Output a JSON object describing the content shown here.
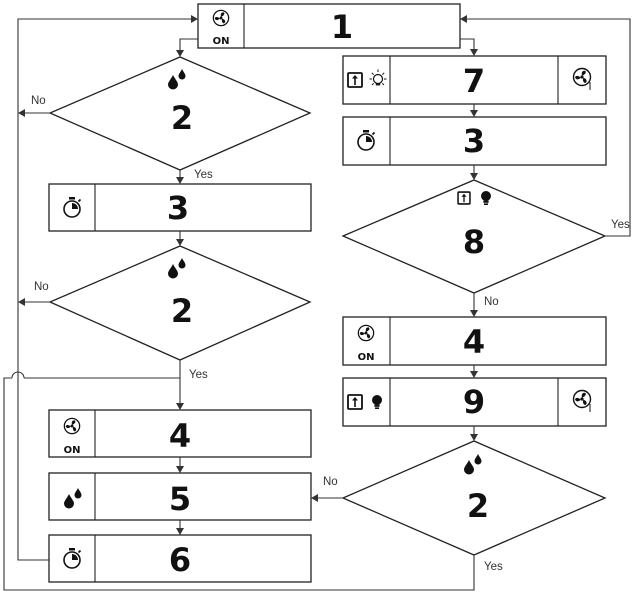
{
  "labels": {
    "yes": "Yes",
    "no": "No",
    "on": "ON"
  },
  "steps": {
    "s1": "1",
    "s7": "7",
    "s3r": "3",
    "d8": "8",
    "s4r": "4",
    "s9": "9",
    "d2r": "2",
    "d2a": "2",
    "s3l": "3",
    "d2b": "2",
    "s4l": "4",
    "s5": "5",
    "s6": "6"
  },
  "icons": {
    "fan": "fan-icon",
    "fan_off": "fan-off-icon",
    "timer": "stopwatch-icon",
    "drops": "water-drops-icon",
    "light_on": "light-bulb-on-icon",
    "light": "light-bulb-icon",
    "door": "door-frame-icon"
  }
}
